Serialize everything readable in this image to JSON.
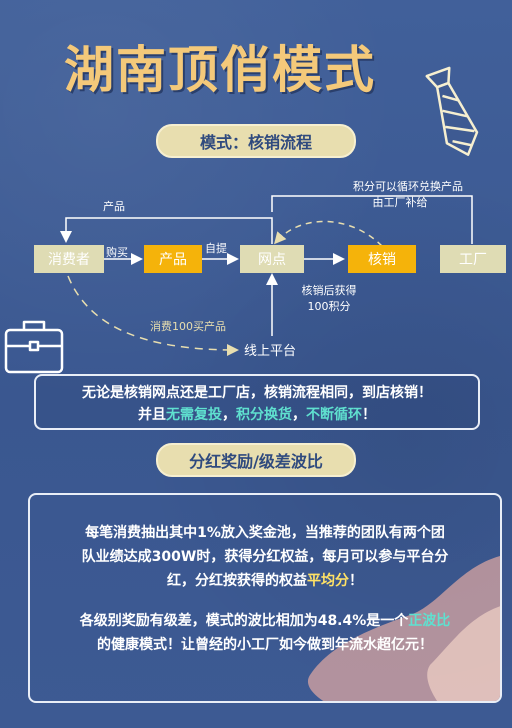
{
  "title": "湖南顶俏模式",
  "section1": {
    "label": "模式：核销流程"
  },
  "flow": {
    "nodes": {
      "consumer": "消费者",
      "product": "产品",
      "outlet": "网点",
      "redeem": "核销",
      "factory": "工厂",
      "online": "线上平台"
    },
    "labels": {
      "product_back": "产品",
      "buy": "购买",
      "pickup": "自提",
      "points_line1": "积分可以循环兑换产品",
      "points_line2": "由工厂补给",
      "redeem_gain_line1": "核销后获得",
      "redeem_gain_line2": "100积分",
      "consume_online": "消费100买产品"
    },
    "colors": {
      "light": "#dfdcb4",
      "orange": "#f5b30a",
      "line": "#ffffff",
      "dashed": "#e8deaf"
    }
  },
  "notice": {
    "line1": "无论是核销网点还是工厂店，核销流程相同，到店核销！",
    "line2_pre": "并且",
    "line2_h1": "无需复投",
    "line2_sep1": "，",
    "line2_h2": "积分换货",
    "line2_sep2": "，",
    "line2_h3": "不断循环",
    "line2_end": "！"
  },
  "section2": {
    "label": "分红奖励/级差波比"
  },
  "details": {
    "p1_a": "每笔消费抽出其中1%放入奖金池，当推荐的团队有两个团",
    "p1_b": "队业绩达成300W时，获得分红权益，每月可以参与平台分",
    "p1_c_pre": "红，分红按获得的权益",
    "p1_c_hl": "平均分",
    "p1_c_end": "！",
    "p2_a_pre": "各级别奖励有级差，模式的波比相加为48.4%是一个",
    "p2_a_hl": "正波比",
    "p2_b": "的健康模式！让曾经的小工厂如今做到年流水超亿元！"
  },
  "icons": [
    "tie-icon",
    "briefcase-icon"
  ]
}
